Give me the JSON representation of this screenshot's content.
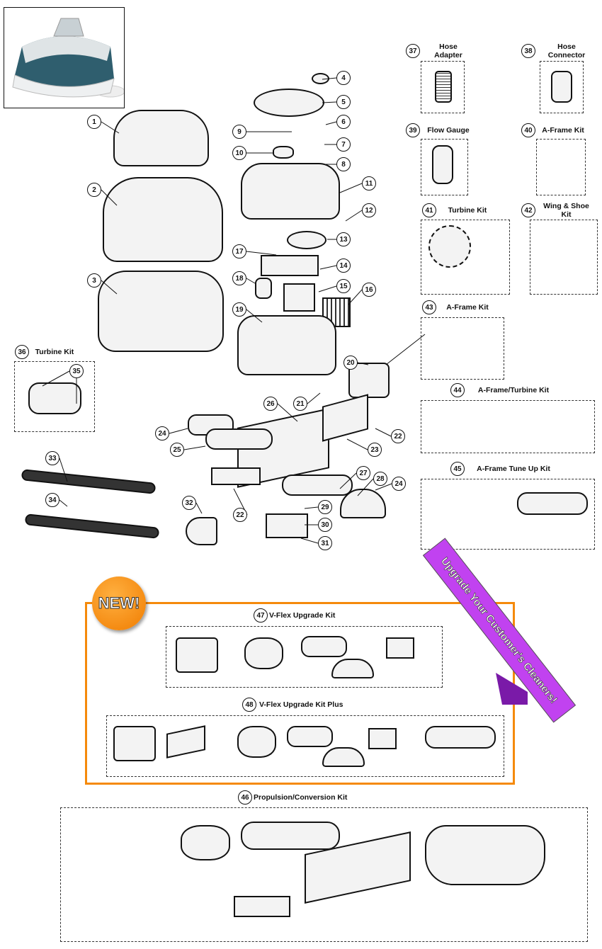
{
  "callouts": [
    "1",
    "2",
    "3",
    "4",
    "5",
    "6",
    "7",
    "8",
    "9",
    "10",
    "11",
    "12",
    "13",
    "14",
    "15",
    "16",
    "17",
    "18",
    "19",
    "20",
    "21",
    "22",
    "22",
    "23",
    "24",
    "24",
    "25",
    "26",
    "27",
    "28",
    "29",
    "30",
    "31",
    "32",
    "33",
    "34",
    "35",
    "36",
    "37",
    "38",
    "39",
    "40",
    "41",
    "42",
    "43",
    "44",
    "45",
    "46",
    "47",
    "48"
  ],
  "kits": {
    "k37": "Hose\nAdapter",
    "k38": "Hose\nConnector",
    "k39": "Flow Gauge",
    "k40": "A-Frame Kit",
    "k41": "Turbine Kit",
    "k42": "Wing & Shoe\nKit",
    "k43": "A-Frame Kit",
    "k44": "A-Frame/Turbine Kit",
    "k45": "A-Frame Tune Up Kit",
    "k36": "Turbine Kit",
    "k47": "V-Flex Upgrade Kit",
    "k48": "V-Flex Upgrade Kit Plus",
    "k46": "Propulsion/Conversion Kit"
  },
  "promo": {
    "new_badge": "NEW!",
    "ribbon": "Upgrade Your Customer's Cleaners!"
  },
  "colors": {
    "orange": "#f58a0b",
    "purple": "#c142f0",
    "teal": "#2f5e6e"
  }
}
